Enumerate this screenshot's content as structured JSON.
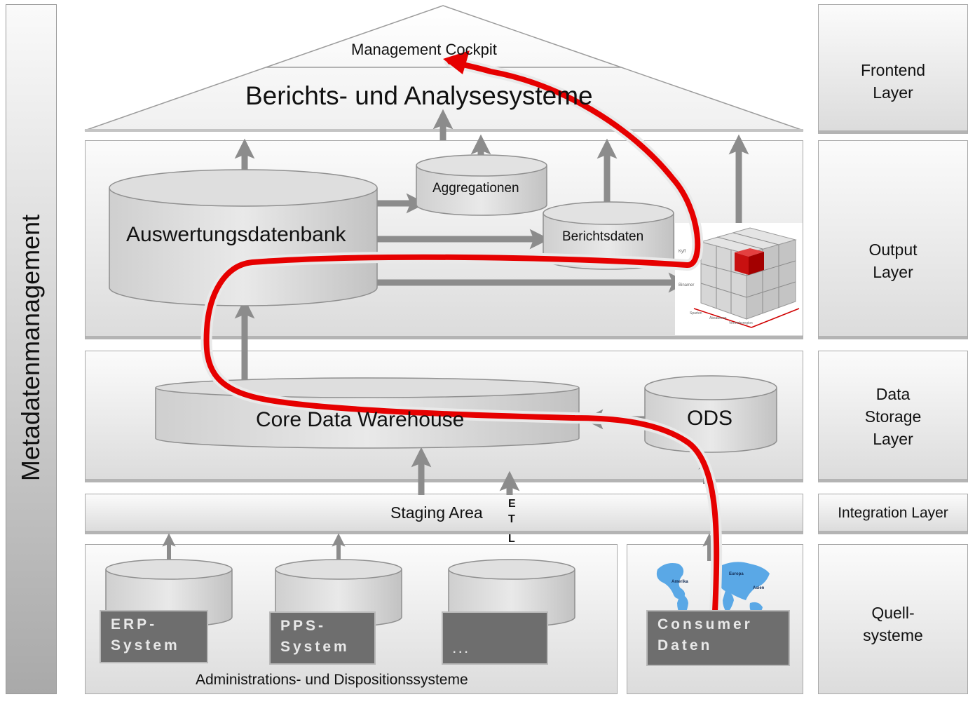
{
  "sidebar": {
    "label": "Metadatenmanagement"
  },
  "layers": {
    "frontend": "Frontend\nLayer",
    "output": "Output\nLayer",
    "storage": "Data\nStorage\nLayer",
    "integration": "Integration Layer",
    "source": "Quell-\nsysteme"
  },
  "frontend": {
    "cockpit": "Management Cockpit",
    "reports": "Berichts- und Analysesysteme"
  },
  "output": {
    "db": "Auswertungsdatenbank",
    "aggregations": "Aggregationen",
    "reportdata": "Berichtsdaten",
    "cube_labels": {
      "top": "Kyff",
      "left": "Binamer"
    }
  },
  "storage": {
    "core": "Core Data Warehouse",
    "ods": "ODS"
  },
  "integration": {
    "staging": "Staging Area",
    "etl": [
      "E",
      "T",
      "L"
    ]
  },
  "sources": {
    "erp": "ERP-\nSystem",
    "pps": "PPS-\nSystem",
    "other": "...",
    "consumer": "Consumer\nDaten",
    "group_label": "Administrations- und Dispositionssysteme",
    "map_labels": {
      "americas": "Amerika",
      "europe": "Europa",
      "asia": "Asien"
    }
  },
  "colors": {
    "flow": "#e60000",
    "arrow": "#8c8c8c",
    "panel": "#e4e4e4",
    "label_box": "#6e6e6e"
  }
}
